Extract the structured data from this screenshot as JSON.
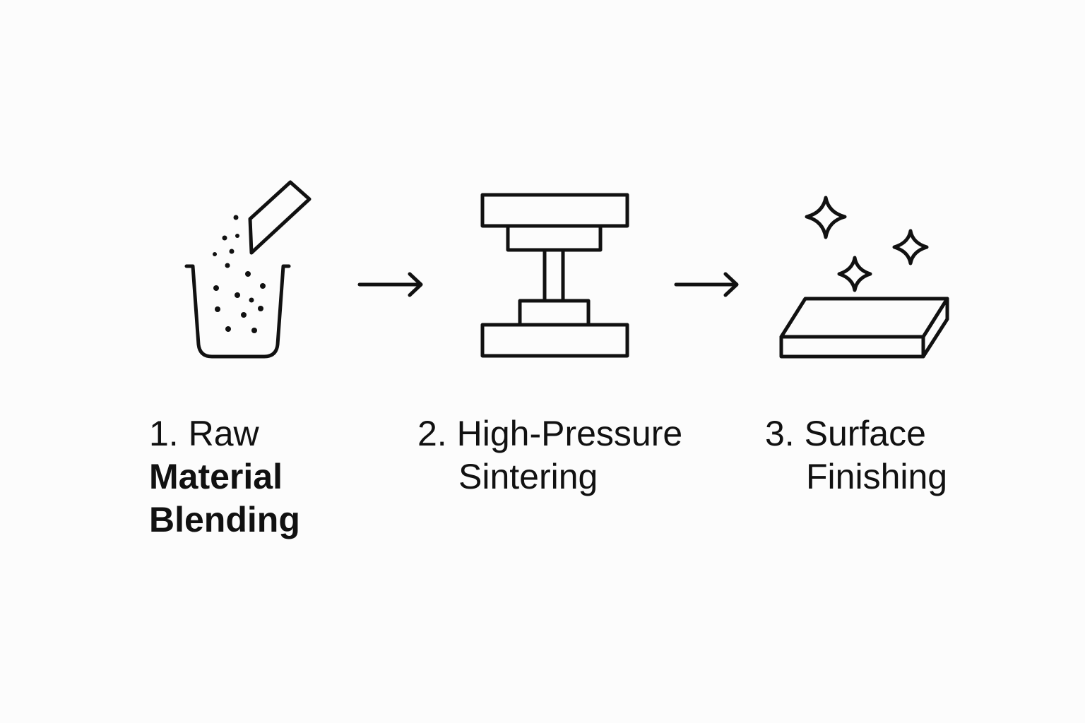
{
  "diagram": {
    "steps": [
      {
        "number": "1.",
        "lines": [
          "Raw",
          "Material",
          "Blending"
        ],
        "icon": "powder-mixing-beaker-icon"
      },
      {
        "number": "2.",
        "lines": [
          "High-Pressure",
          "Sintering"
        ],
        "icon": "hydraulic-press-icon"
      },
      {
        "number": "3.",
        "lines": [
          "Surface",
          "Finishing"
        ],
        "icon": "polished-slab-sparkle-icon"
      }
    ],
    "connector_icon": "right-arrow-icon",
    "colors": {
      "stroke": "#111111",
      "background": "#fcfcfc"
    }
  }
}
